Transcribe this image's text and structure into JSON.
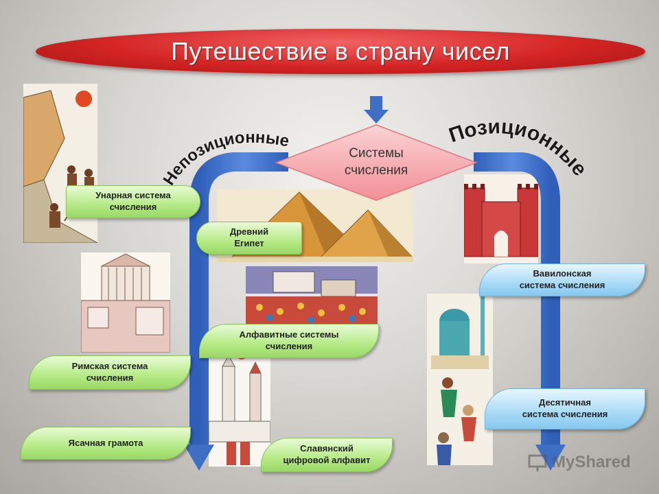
{
  "title": "Путешествие в страну чисел",
  "center_label": [
    "Системы",
    "счисления"
  ],
  "arc_left_label": "Непозиционные",
  "arc_right_label": "Позиционные",
  "left_items": [
    {
      "lines": [
        "Унарная система",
        "счисления"
      ]
    },
    {
      "lines": [
        "Древний",
        "Египет"
      ]
    },
    {
      "lines": [
        "Римская система",
        "счисления"
      ]
    },
    {
      "lines": [
        "Алфавитные системы",
        "счисления"
      ]
    },
    {
      "lines": [
        "Ясачная грамота"
      ]
    },
    {
      "lines": [
        "Славянский",
        "цифровой алфавит"
      ]
    }
  ],
  "right_items": [
    {
      "lines": [
        "Вавилонская",
        "система счисления"
      ]
    },
    {
      "lines": [
        "Десятичная",
        "система счисления"
      ]
    }
  ],
  "watermark": "MyShared",
  "colors": {
    "title_red": "#d42424",
    "arrow_blue": "#3f6fc4",
    "pill_green": "#b6ea86",
    "pill_blue": "#a9daf6",
    "diamond_pink": "#f6a9ae"
  }
}
